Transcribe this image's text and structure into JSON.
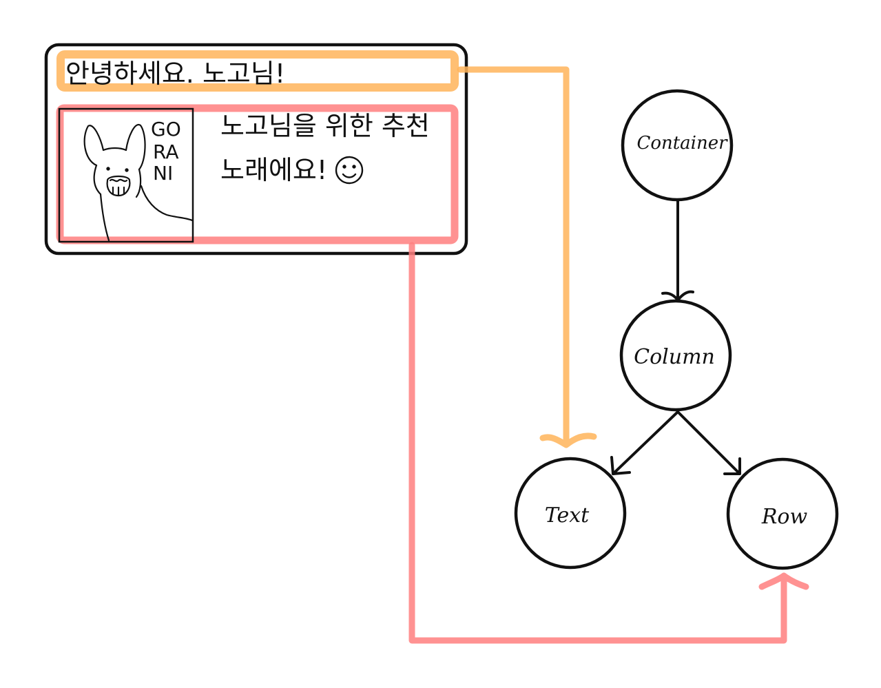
{
  "colors": {
    "ink": "#111111",
    "orange": "#ffb45a",
    "red": "#ff7f7f",
    "background": "#ffffff"
  },
  "card": {
    "greeting": "안녕하세요. 노고님!",
    "message_line1": "노고님을 위한 추천",
    "message_line2": "노래에요!",
    "avatar_caption": [
      "GO",
      "RA",
      "NI"
    ],
    "smiley_icon": "smiley-face-icon",
    "avatar_icon": "alpaca-drawing-icon"
  },
  "tree": {
    "nodes": {
      "container": "Container",
      "column": "Column",
      "text": "Text",
      "row": "Row"
    }
  }
}
